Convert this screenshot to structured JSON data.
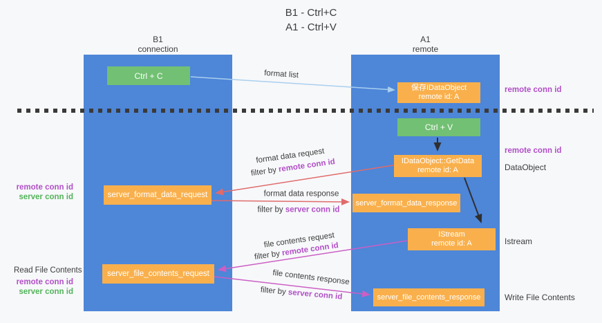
{
  "title": {
    "line1": "B1 - Ctrl+C",
    "line2": "A1 - Ctrl+V"
  },
  "columns": {
    "b1": {
      "title": "B1",
      "subtitle": "connection"
    },
    "a1": {
      "title": "A1",
      "subtitle": "remote"
    }
  },
  "boxes": {
    "ctrl_c": {
      "label": "Ctrl + C"
    },
    "save_dataobject": {
      "line1": "保存IDataObject",
      "line2": "remote id: A"
    },
    "ctrl_v": {
      "label": "Ctrl + V"
    },
    "getdata": {
      "line1": "IDataObject::GetData",
      "line2": "remote id: A"
    },
    "server_format_data_request": {
      "label": "server_format_data_request"
    },
    "server_format_data_response": {
      "label": "server_format_data_response"
    },
    "istream": {
      "line1": "IStream",
      "line2": "remote id: A"
    },
    "server_file_contents_request": {
      "label": "server_file_contents_request"
    },
    "server_file_contents_response": {
      "label": "server_file_contents_response"
    }
  },
  "arrows": {
    "format_list": {
      "label": "format list"
    },
    "format_data_request": {
      "label": "format data request",
      "filter_prefix": "filter by ",
      "filter_key": "remote conn id"
    },
    "format_data_response": {
      "label": "format data response",
      "filter_prefix": "filter by ",
      "filter_key": "server conn id"
    },
    "file_contents_request": {
      "label": "file contents request",
      "filter_prefix": "filter by ",
      "filter_key": "remote conn id"
    },
    "file_contents_response": {
      "label": "file contents response",
      "filter_prefix": "filter by ",
      "filter_key": "server conn id"
    }
  },
  "side_labels": {
    "right_remote_conn_id_top": "remote conn id",
    "right_remote_conn_id_mid": "remote conn id",
    "right_dataobject": "DataObject",
    "right_istream": "Istream",
    "right_write_file_contents": "Write File Contents",
    "left_remote_conn_id_top": "remote conn id",
    "left_server_conn_id_top": "server conn id",
    "left_read_file_contents": "Read File Contents",
    "left_remote_conn_id_bottom": "remote conn id",
    "left_server_conn_id_bottom": "server conn id"
  },
  "colors": {
    "column_blue": "#4e86d8",
    "box_green": "#72c073",
    "box_orange": "#f9b04c",
    "remote_conn_id_text": "#b14fc6",
    "server_conn_id_text": "#53b35a",
    "request_arrow_red": "#e06b6b",
    "file_arrow_magenta": "#cb5fc4",
    "format_list_arrow_blue": "#a9cfee",
    "black_arrow": "#2f2f2f"
  }
}
